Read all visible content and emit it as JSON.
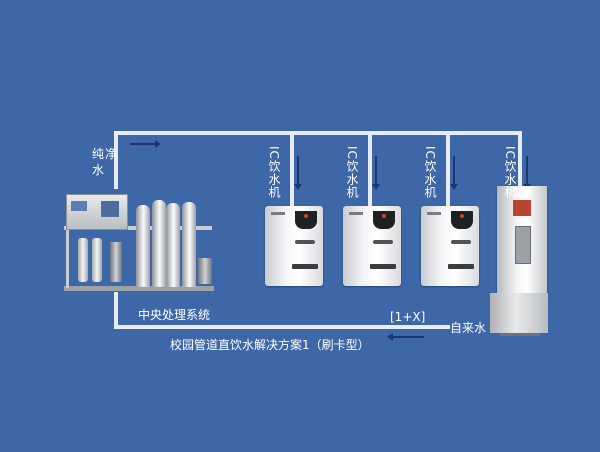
{
  "labels": {
    "pure_water": "纯净水",
    "central_system": "中央处理系统",
    "tap_water": "自来水",
    "expansion": "[1+X]",
    "solution_title": "校园管道直饮水解决方案1（刷卡型）"
  },
  "dispensers": [
    {
      "label": "IC饮水机"
    },
    {
      "label": "IC饮水机"
    },
    {
      "label": "IC饮水机"
    },
    {
      "label": "IC饮水机"
    }
  ],
  "colors": {
    "background": "#3d67a6",
    "pipe": "#e8edf5",
    "flow_arrow": "#1d3770",
    "text": "#ffffff"
  }
}
